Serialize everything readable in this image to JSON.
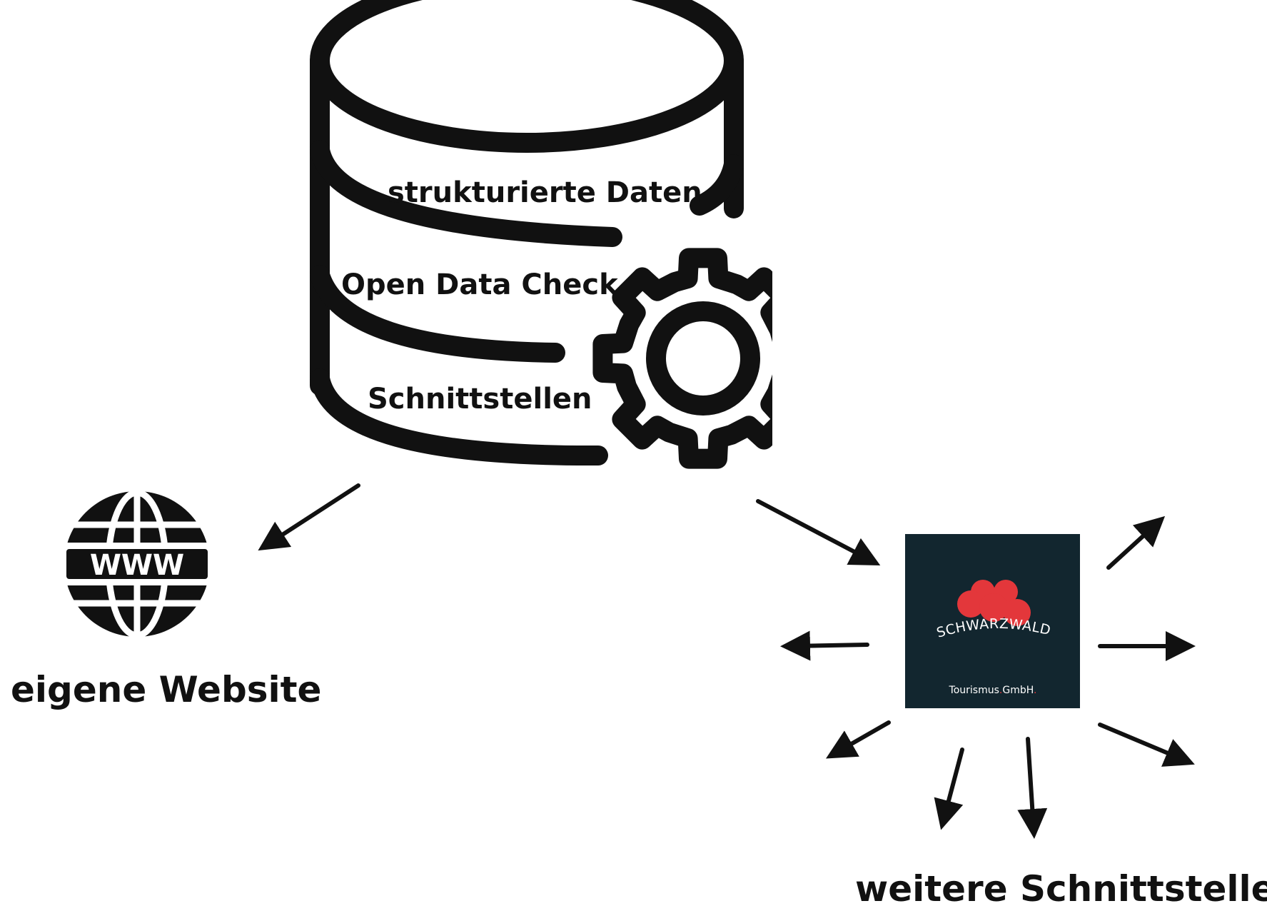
{
  "database": {
    "layers": [
      {
        "text": "strukturierte Daten"
      },
      {
        "text": "Open Data Check"
      },
      {
        "text": "Schnittstellen"
      }
    ]
  },
  "website": {
    "icon_text": "WWW",
    "label": "eigene Website"
  },
  "partner_logo": {
    "brand": "SCHWARZWALD",
    "sub_a": "Tourismus",
    "sub_b": "GmbH",
    "background_color": "#12262f",
    "ball_color": "#e3373b"
  },
  "outputs": {
    "label": "weitere Schnittstellen"
  },
  "colors": {
    "stroke": "#111111",
    "background": "#ffffff"
  }
}
